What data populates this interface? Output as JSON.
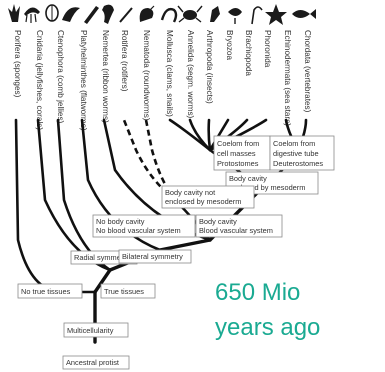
{
  "taxa": [
    "Porifera (sponges)",
    "Cnidaria (jellyfishes, corals)",
    "Ctenophora (comb jellies)",
    "Platyhelminthes (flatworms)",
    "Nemertea (ribbon worms)",
    "Rotifera (rotifers)",
    "Nematoda (roundworms)",
    "Mollusca (clams, snails)",
    "Annelida (segm. worms)",
    "Arthropoda (insects)",
    "Bryozoa",
    "Brachiopoda",
    "Phoronida",
    "Echinodermata (sea stars)",
    "Chordata (vertebrates)"
  ],
  "icons": [
    "sponge-icon",
    "jellyfish-icon",
    "comb-jelly-icon",
    "flatworm-icon",
    "ribbon-worm-icon",
    "rotifer-icon",
    "roundworm-icon",
    "snail-icon",
    "segmented-worm-icon",
    "crab-icon",
    "bryozoan-icon",
    "brachiopod-icon",
    "phoronid-icon",
    "sea-star-icon",
    "fish-icon"
  ],
  "nodes": {
    "protostomes": [
      "Coelom from",
      "cell masses",
      "Protostomes"
    ],
    "deuterostomes": [
      "Coelom from",
      "digestive tube",
      "Deuterostomes"
    ],
    "body_cavity_mesoderm": [
      "Body cavity",
      "enclosed by mesoderm"
    ],
    "body_cavity_not_mesoderm": [
      "Body cavity not",
      "enclosed by mesoderm"
    ],
    "no_body_cavity": [
      "No body cavity",
      "No blood vascular system"
    ],
    "body_cavity_blood": [
      "Body cavity",
      "Blood vascular system"
    ],
    "radial": [
      "Radial symmetry"
    ],
    "bilateral": [
      "Bilateral symmetry"
    ],
    "no_true_tissues": [
      "No true tissues"
    ],
    "true_tissues": [
      "True tissues"
    ],
    "multicellularity": [
      "Multicellularity"
    ],
    "ancestral_protist": [
      "Ancestral protist"
    ]
  },
  "annotation": [
    "650 Mio",
    "years ago"
  ]
}
